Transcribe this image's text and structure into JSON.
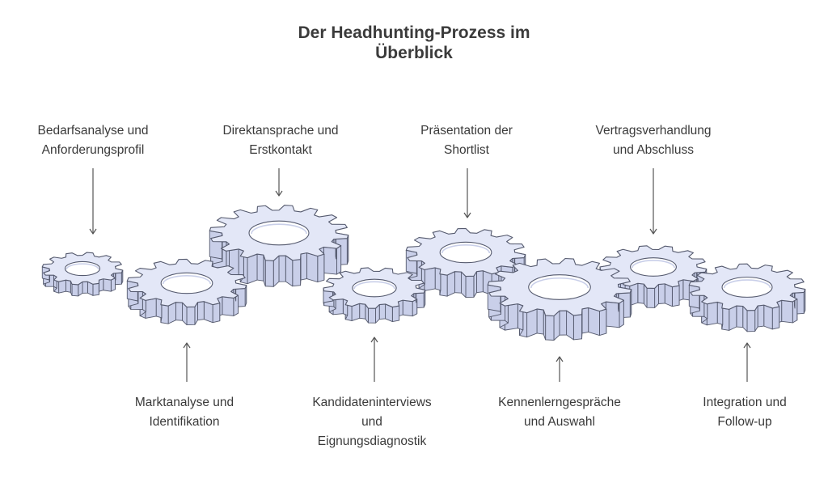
{
  "title": {
    "line1": "Der Headhunting-Prozess im",
    "line2": "Überblick"
  },
  "steps": [
    {
      "lines": [
        "Bedarfsanalyse und",
        "Anforderungsprofil"
      ]
    },
    {
      "lines": [
        "Marktanalyse und",
        "Identifikation"
      ]
    },
    {
      "lines": [
        "Direktansprache und",
        "Erstkontakt"
      ]
    },
    {
      "lines": [
        "Kandidateninterviews",
        "und",
        "Eignungsdiagnostik"
      ]
    },
    {
      "lines": [
        "Präsentation der",
        "Shortlist"
      ]
    },
    {
      "lines": [
        "Kennenlerngespräche",
        "und Auswahl"
      ]
    },
    {
      "lines": [
        "Vertragsverhandlung",
        "und Abschluss"
      ]
    },
    {
      "lines": [
        "Integration und",
        "Follow-up"
      ]
    }
  ],
  "colors": {
    "gear_face": "#e3e7f7",
    "gear_side": "#c9cfe9",
    "gear_outline": "#555a6e",
    "arrow": "#555555",
    "text": "#3a3a3a"
  }
}
